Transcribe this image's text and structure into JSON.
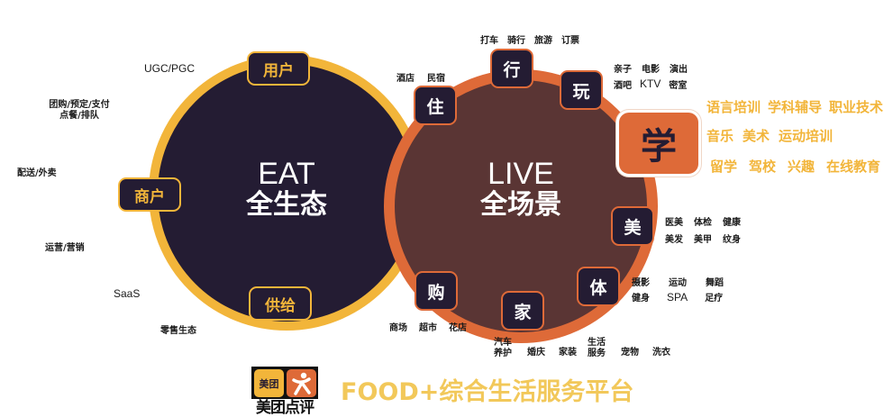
{
  "colors": {
    "eat_fill": "#241c33",
    "eat_ring": "#f2b53a",
    "live_fill": "#5a3534",
    "live_ring": "#de6a38",
    "xue_text": "#f2b53a",
    "tagline": "#f2c85a"
  },
  "eat": {
    "title_en": "EAT",
    "title_zh": "全生态",
    "nodes": {
      "user": "用户",
      "merchant": "商户",
      "supply": "供给"
    },
    "labels": {
      "ugc": "UGC/PGC",
      "group_line1": "团购/预定/支付",
      "group_line2": "点餐/排队",
      "delivery": "配送/外卖",
      "marketing": "运营/营销",
      "saas": "SaaS",
      "retail": "零售生态"
    }
  },
  "live": {
    "title_en": "LIVE",
    "title_zh": "全场景",
    "nodes": {
      "zhu": "住",
      "xing": "行",
      "wan": "玩",
      "xue": "学",
      "mei": "美",
      "ti": "体",
      "jia": "家",
      "gou": "购"
    },
    "zhu_items": [
      "酒店",
      "民宿"
    ],
    "xing_items": [
      "打车",
      "骑行",
      "旅游",
      "订票"
    ],
    "wan_items_row1": [
      "亲子",
      "电影",
      "演出"
    ],
    "wan_items_row2": [
      "酒吧",
      "KTV",
      "密室"
    ],
    "xue_items_row1": [
      "语言培训",
      "学科辅导",
      "职业技术"
    ],
    "xue_items_row2": [
      "音乐",
      "美术",
      "运动培训"
    ],
    "xue_items_row3": [
      "留学",
      "驾校",
      "兴趣",
      "在线教育"
    ],
    "mei_items_row1": [
      "医美",
      "体检",
      "健康"
    ],
    "mei_items_row2": [
      "美发",
      "美甲",
      "纹身"
    ],
    "ti_items_row1": [
      "摄影",
      "运动",
      "舞蹈"
    ],
    "ti_items_row2": [
      "健身",
      "SPA",
      "足疗"
    ],
    "gou_items": [
      "商场",
      "超市",
      "花店"
    ],
    "jia_items": {
      "car_line1": "汽车",
      "car_line2": "养护",
      "wedding": "婚庆",
      "decor": "家装",
      "life_line1": "生活",
      "life_line2": "服务",
      "pet": "宠物",
      "laundry": "洗衣"
    }
  },
  "footer": {
    "logo_meituan": "美团",
    "logo_name": "美团点评",
    "tagline": "FOOD+综合生活服务平台"
  }
}
